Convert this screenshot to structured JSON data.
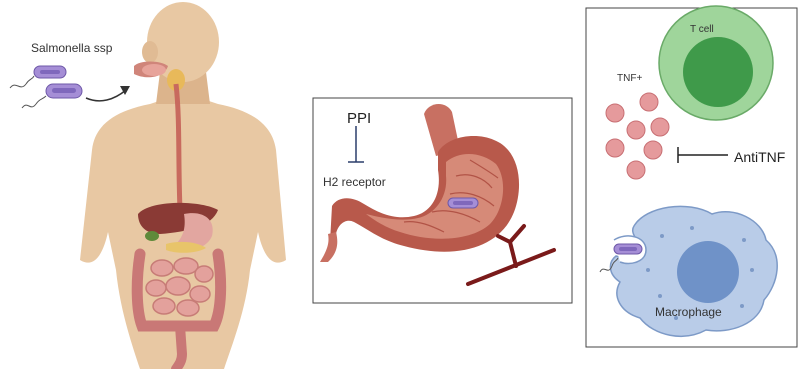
{
  "labels": {
    "salmonella": "Salmonella ssp",
    "ppi": "PPI",
    "h2_receptor": "H2 receptor",
    "t_cell": "T cell",
    "tnf_plus": "TNF+",
    "anti_tnf": "AntiTNF",
    "macrophage": "Macrophage"
  },
  "colors": {
    "skin": "#e8c8a3",
    "skin_shadow": "#d9b48c",
    "stomach": "#b8594b",
    "stomach_light": "#d68a78",
    "t_cell_outer": "#9fd59b",
    "t_cell_inner": "#3f9a4a",
    "tnf_dot": "#e59a9c",
    "macrophage_body": "#b9cce8",
    "macrophage_nucleus": "#6f92c8",
    "bacterium": "#a58ed6",
    "vessel": "#7a1a1a",
    "intestine": "#d48a86"
  },
  "icons": [
    "bacterium-icon",
    "human-torso-icon",
    "stomach-icon",
    "blood-vessel-icon",
    "t-cell-icon",
    "macrophage-icon",
    "inhibition-bar-icon"
  ]
}
